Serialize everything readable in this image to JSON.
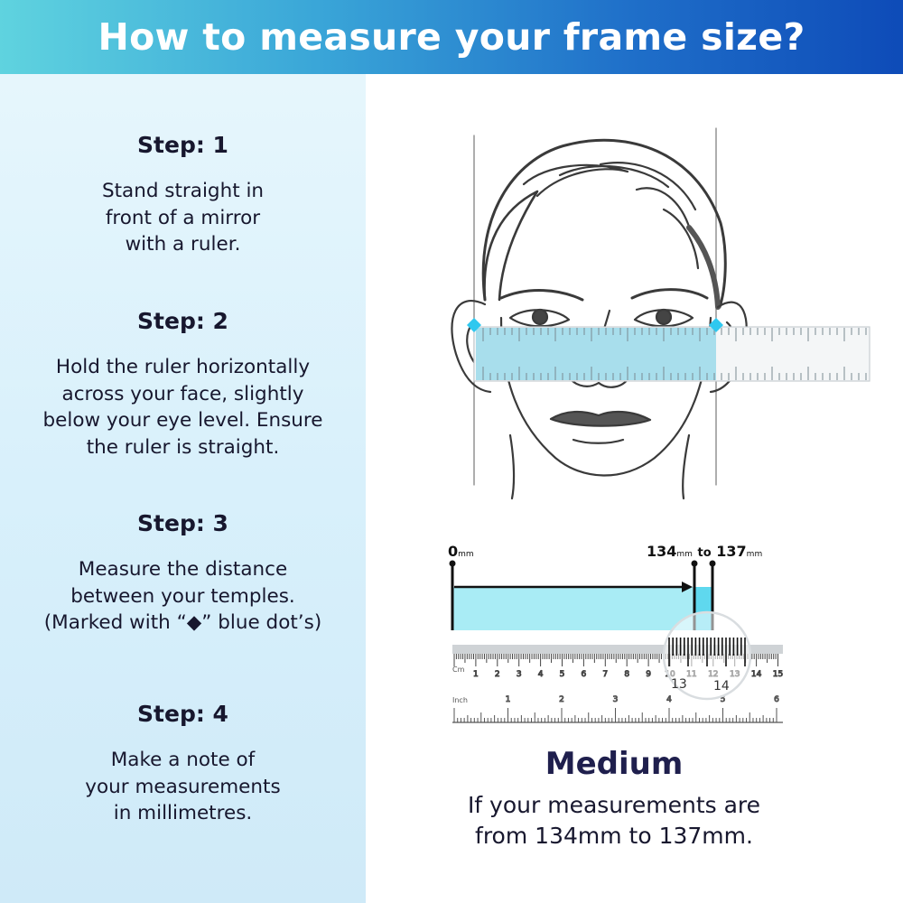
{
  "header": {
    "title": "How to measure your frame size?"
  },
  "steps": [
    {
      "title": "Step: 1",
      "lines": [
        "Stand straight in",
        "front of a mirror",
        "with a ruler."
      ]
    },
    {
      "title": "Step: 2",
      "lines": [
        "Hold the ruler horizontally",
        "across your face, slightly",
        "below your eye level. Ensure",
        "the ruler is straight."
      ]
    },
    {
      "title": "Step: 3",
      "lines": [
        "Measure the distance",
        "between your temples.",
        "(Marked with “◆” blue dot’s)"
      ]
    },
    {
      "title": "Step: 4",
      "lines": [
        "Make a note of",
        "your measurements",
        "in millimetres."
      ]
    }
  ],
  "measure": {
    "zero_label": "0",
    "zero_unit": "mm",
    "from_label": "134",
    "from_unit": "mm",
    "to_word": "to",
    "to_label": "137",
    "to_unit": "mm",
    "cm_unit": "Cm",
    "inch_unit": "Inch",
    "cm_ticks": [
      "1",
      "2",
      "3",
      "4",
      "5",
      "6",
      "7",
      "8",
      "9",
      "10",
      "11",
      "12",
      "13",
      "14",
      "15"
    ],
    "inch_ticks": [
      "1",
      "2",
      "3",
      "4",
      "5",
      "6"
    ],
    "magnified_labels": [
      "13",
      "14"
    ]
  },
  "result": {
    "size": "Medium",
    "line1": "If your measurements are",
    "line2": "from 134mm to 137mm."
  },
  "colors": {
    "header_start": "#5fd3df",
    "header_end": "#0e4bb8",
    "panel": "#dff3fb",
    "accent": "#33c7e8",
    "text": "#17172e"
  }
}
